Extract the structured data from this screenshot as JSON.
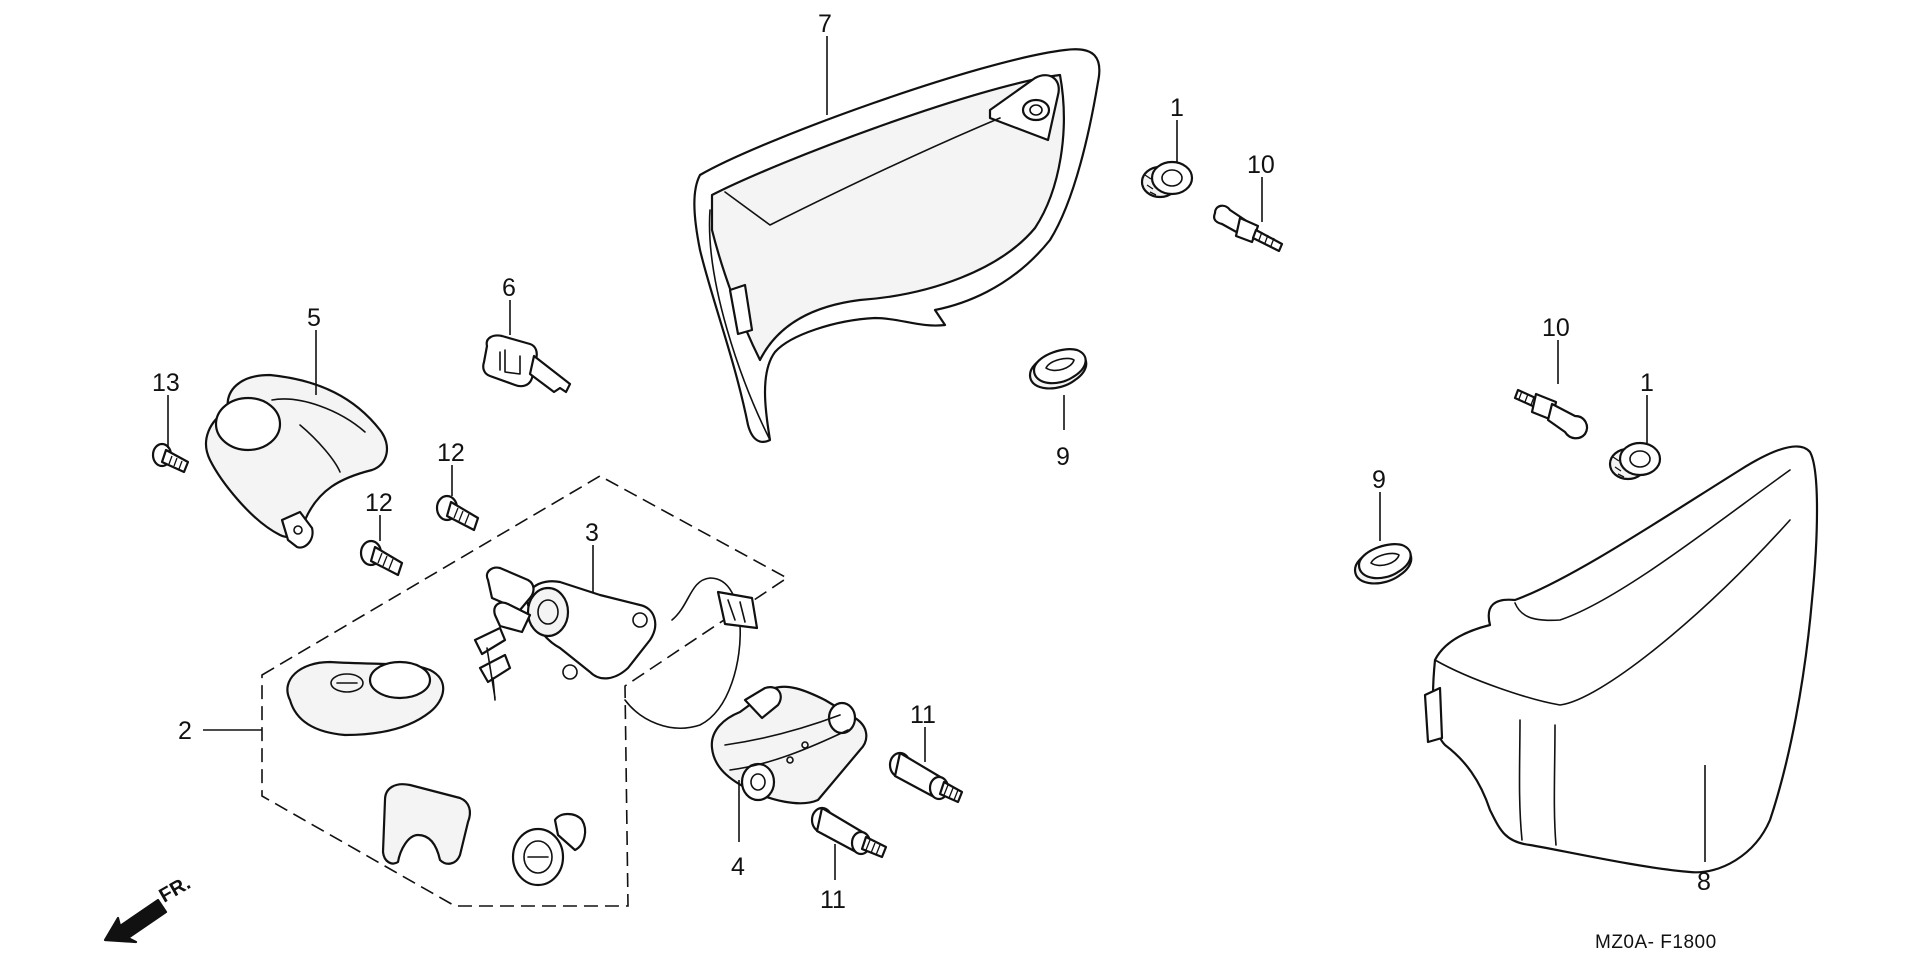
{
  "diagram": {
    "figure_code": "MZ0A- F1800",
    "direction_label": "FR.",
    "callouts": [
      {
        "id": "c7",
        "text": "7"
      },
      {
        "id": "c1a",
        "text": "1"
      },
      {
        "id": "c10a",
        "text": "10"
      },
      {
        "id": "c6",
        "text": "6"
      },
      {
        "id": "c5",
        "text": "5"
      },
      {
        "id": "c13",
        "text": "13"
      },
      {
        "id": "c12a",
        "text": "12"
      },
      {
        "id": "c12b",
        "text": "12"
      },
      {
        "id": "c3",
        "text": "3"
      },
      {
        "id": "c9a",
        "text": "9"
      },
      {
        "id": "c10b",
        "text": "10"
      },
      {
        "id": "c1b",
        "text": "1"
      },
      {
        "id": "c9b",
        "text": "9"
      },
      {
        "id": "c2",
        "text": "2"
      },
      {
        "id": "c11a",
        "text": "11"
      },
      {
        "id": "c4",
        "text": "4"
      },
      {
        "id": "c11b",
        "text": "11"
      },
      {
        "id": "c8",
        "text": "8"
      }
    ]
  }
}
